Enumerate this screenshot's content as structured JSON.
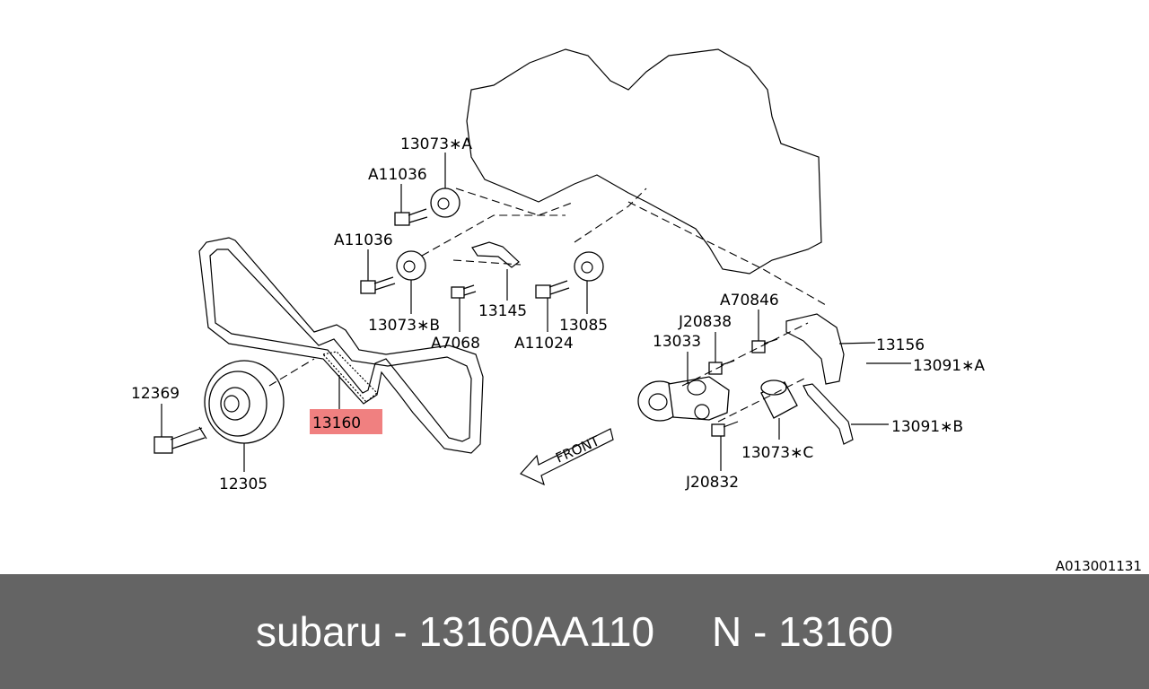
{
  "diagram": {
    "direction_label": "FRONT",
    "reference": "A013001131",
    "highlight_color": "#f08080",
    "callouts": [
      {
        "id": "13073-a",
        "label": "13073∗A"
      },
      {
        "id": "a11036-top",
        "label": "A11036"
      },
      {
        "id": "a11036-mid",
        "label": "A11036"
      },
      {
        "id": "13073-b",
        "label": "13073∗B"
      },
      {
        "id": "13145",
        "label": "13145"
      },
      {
        "id": "13085",
        "label": "13085"
      },
      {
        "id": "a7068",
        "label": "A7068"
      },
      {
        "id": "a11024",
        "label": "A11024"
      },
      {
        "id": "a70846",
        "label": "A70846"
      },
      {
        "id": "j20838",
        "label": "J20838"
      },
      {
        "id": "13033",
        "label": "13033"
      },
      {
        "id": "13156",
        "label": "13156"
      },
      {
        "id": "13091-a",
        "label": "13091∗A"
      },
      {
        "id": "13091-b",
        "label": "13091∗B"
      },
      {
        "id": "13073-c",
        "label": "13073∗C"
      },
      {
        "id": "j20832",
        "label": "J20832"
      },
      {
        "id": "12369",
        "label": "12369"
      },
      {
        "id": "12305",
        "label": "12305"
      },
      {
        "id": "13160",
        "label": "13160",
        "highlighted": true
      }
    ]
  },
  "footer": {
    "brand": "subaru",
    "part_number": "13160AA110",
    "n_prefix": "N",
    "n_number": "13160",
    "separator": "-"
  },
  "colors": {
    "footer_bg": "#646464",
    "footer_text": "#ffffff",
    "line": "#000000"
  }
}
